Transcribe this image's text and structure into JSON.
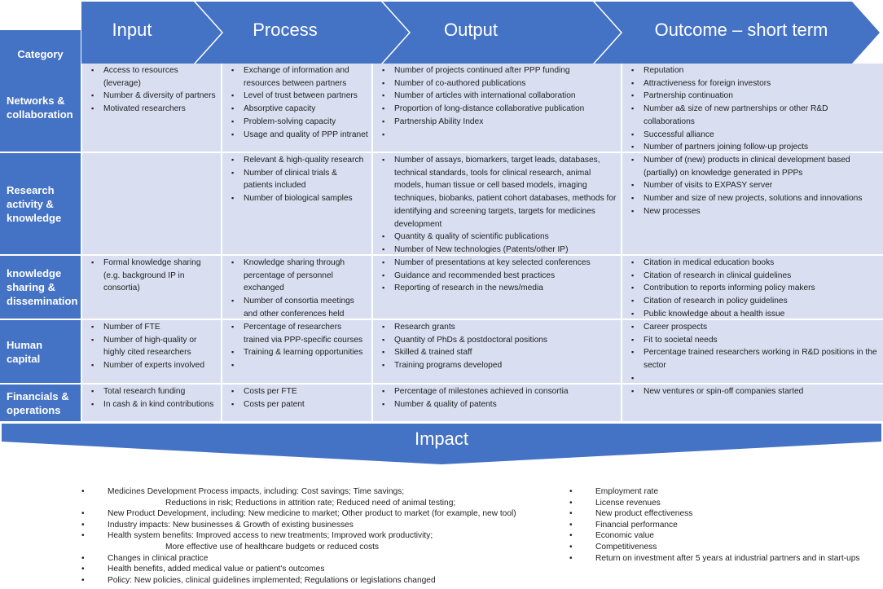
{
  "header": {
    "category_label": "Category",
    "stages": [
      "Input",
      "Process",
      "Output",
      "Outcome – short term"
    ]
  },
  "rows": [
    {
      "category": "Networks & collaboration",
      "cells": [
        [
          "Access to resources (leverage)",
          "Number & diversity of partners",
          "Motivated researchers"
        ],
        [
          "Exchange of information and resources between partners",
          "Level of trust between partners",
          "Absorptive capacity",
          "Problem-solving capacity",
          "Usage and quality of PPP intranet"
        ],
        [
          "Number of projects continued after PPP funding",
          "Number of co-authored publications",
          "Number of articles with international collaboration",
          "Proportion of long-distance collaborative publication",
          "Partnership Ability Index",
          ""
        ],
        [
          "Reputation",
          "Attractiveness for foreign investors",
          "Partnership continuation",
          "Number a& size of new partnerships or other R&D collaborations",
          "Successful alliance",
          "Number of partners joining follow-up projects"
        ]
      ]
    },
    {
      "category": "Research activity & knowledge",
      "cells": [
        [],
        [
          "Relevant & high-quality research",
          "Number of clinical trials & patients included",
          "Number of biological samples"
        ],
        [
          "Number of assays, biomarkers, target leads, databases, technical standards, tools for clinical research, animal models, human tissue or cell based models, imaging techniques, biobanks, patient cohort databases, methods for identifying and screening targets, targets for medicines development",
          "Quantity & quality of scientific publications",
          "Number of New technologies (Patents/other IP)"
        ],
        [
          "Number of (new) products in clinical development based (partially) on knowledge generated in PPPs",
          "Number of visits to EXPASY server",
          "Number and size of new projects, solutions and innovations",
          "New processes"
        ]
      ]
    },
    {
      "category": "knowledge sharing & dissemination",
      "cells": [
        [
          "Formal knowledge sharing (e.g. background IP in consortia)"
        ],
        [
          "Knowledge sharing through percentage of personnel exchanged",
          "Number of consortia meetings and other conferences held"
        ],
        [
          "Number of presentations at key selected conferences",
          "Guidance and recommended best practices",
          "Reporting of research in the news/media"
        ],
        [
          "Citation in medical education books",
          "Citation of research in clinical guidelines",
          "Contribution to reports informing policy makers",
          "Citation of research in policy guidelines",
          "Public knowledge about a health issue"
        ]
      ]
    },
    {
      "category": "Human capital",
      "cells": [
        [
          "Number of FTE",
          "Number of high-quality or highly cited researchers",
          "Number of experts involved"
        ],
        [
          "Percentage of researchers trained via PPP-specific courses",
          "Training & learning opportunities",
          ""
        ],
        [
          "Research grants",
          "Quantity of PhDs & postdoctoral positions",
          "Skilled & trained staff",
          "Training programs developed"
        ],
        [
          "Career prospects",
          "Fit to societal needs",
          "Percentage trained researchers working in R&D positions in the sector",
          ""
        ]
      ]
    },
    {
      "category": "Financials & operations",
      "cells": [
        [
          "Total research funding",
          "In cash & in kind contributions"
        ],
        [
          "Costs per FTE",
          "Costs per patent"
        ],
        [
          "Percentage of milestones achieved in consortia",
          "Number & quality of patents"
        ],
        [
          "New ventures or spin-off companies started"
        ]
      ]
    }
  ],
  "impact": {
    "label": "Impact",
    "left": [
      {
        "text": "Medicines Development Process impacts, including: Cost savings; Time savings;",
        "cont": false
      },
      {
        "text": "Reductions in risk; Reductions in attrition rate; Reduced need of animal testing;",
        "cont": true
      },
      {
        "text": "New Product Development, including: New medicine to market; Other product to market (for example, new tool)",
        "cont": false
      },
      {
        "text": "Industry impacts: New businesses & Growth of existing businesses",
        "cont": false
      },
      {
        "text": "Health system benefits: Improved access to new treatments; Improved work productivity;",
        "cont": false
      },
      {
        "text": "More effective use of healthcare budgets or reduced costs",
        "cont": true
      },
      {
        "text": "Changes in clinical practice",
        "cont": false
      },
      {
        "text": "Health benefits, added medical value or patient's outcomes",
        "cont": false
      },
      {
        "text": "Policy: New policies, clinical guidelines implemented; Regulations or legislations changed",
        "cont": false
      }
    ],
    "right": [
      "Employment rate",
      "License revenues",
      "New product effectiveness",
      "Financial performance",
      "Economic value",
      "Competitiveness",
      "Return on investment after 5 years at industrial partners and in start-ups"
    ]
  },
  "colors": {
    "band": "#4472c4",
    "cell": "#d9dff0",
    "text": "#1f1f1f"
  }
}
